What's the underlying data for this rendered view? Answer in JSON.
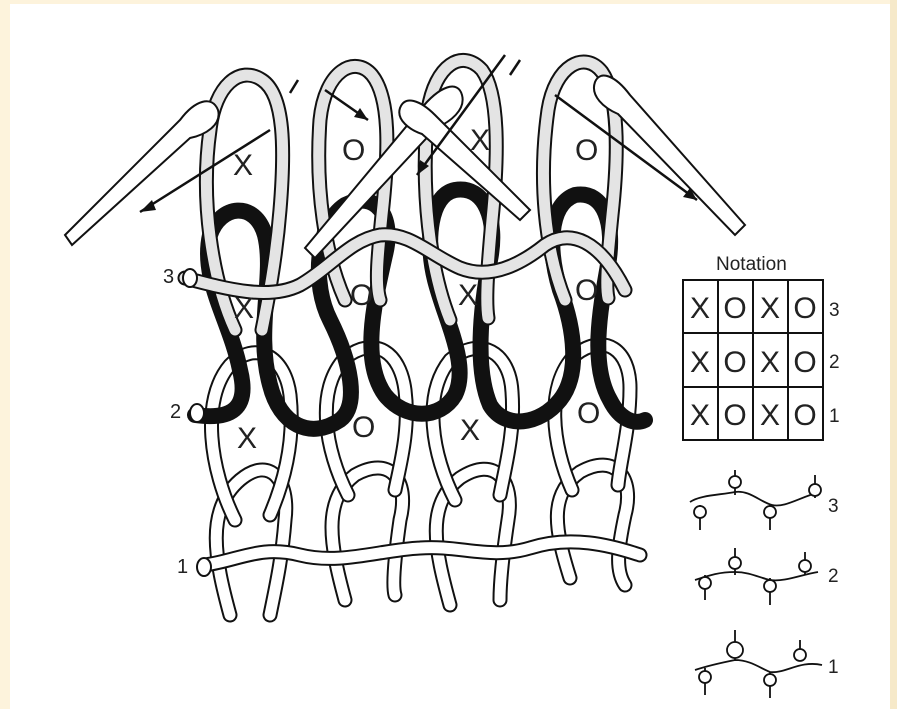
{
  "notation": {
    "title": "Notation",
    "grid": [
      [
        "X",
        "O",
        "X",
        "O"
      ],
      [
        "X",
        "O",
        "X",
        "O"
      ],
      [
        "X",
        "O",
        "X",
        "O"
      ]
    ],
    "row_labels": [
      "3",
      "2",
      "1"
    ]
  },
  "course_labels": [
    "3",
    "2",
    "1"
  ],
  "stitch_marks": {
    "row3": [
      "X",
      "O",
      "X",
      "O"
    ],
    "row2": [
      "X",
      "O",
      "X",
      "O"
    ],
    "row1": [
      "X",
      "O",
      "X",
      "O"
    ]
  },
  "needle_diagram_labels": [
    "3",
    "2",
    "1"
  ],
  "colors": {
    "light_yarn": "#e4e4e4",
    "dark_yarn": "#111111",
    "white_yarn": "#ffffff",
    "outline": "#111111",
    "page_bg": "#fdf3dc"
  }
}
